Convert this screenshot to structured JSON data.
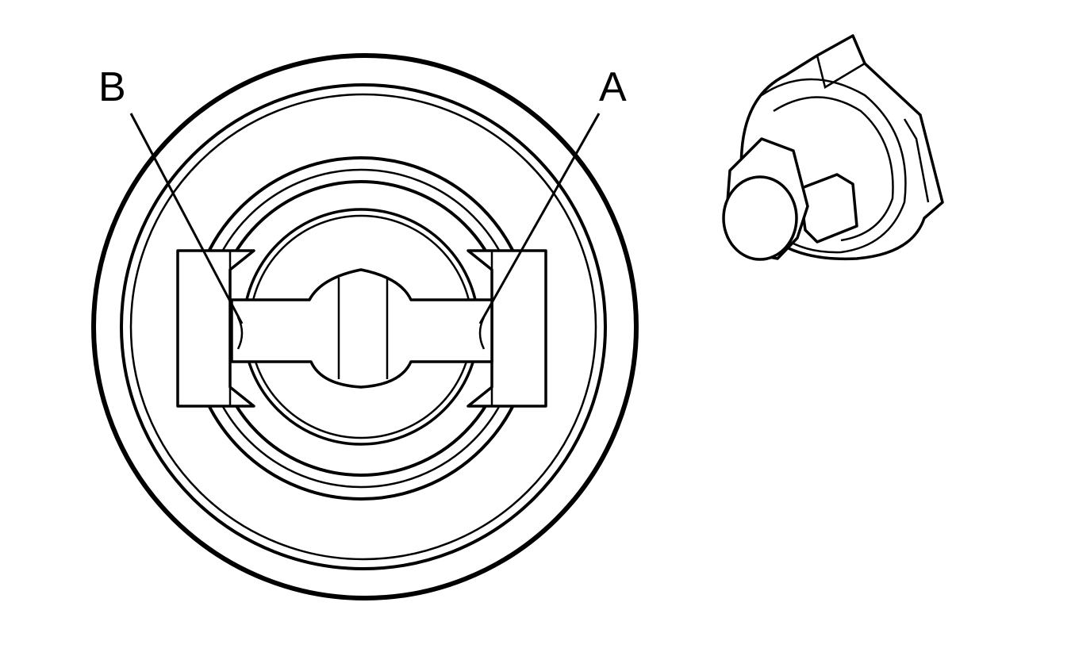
{
  "diagram": {
    "callouts": [
      {
        "id": "A",
        "label": "A"
      },
      {
        "id": "B",
        "label": "B"
      }
    ]
  }
}
